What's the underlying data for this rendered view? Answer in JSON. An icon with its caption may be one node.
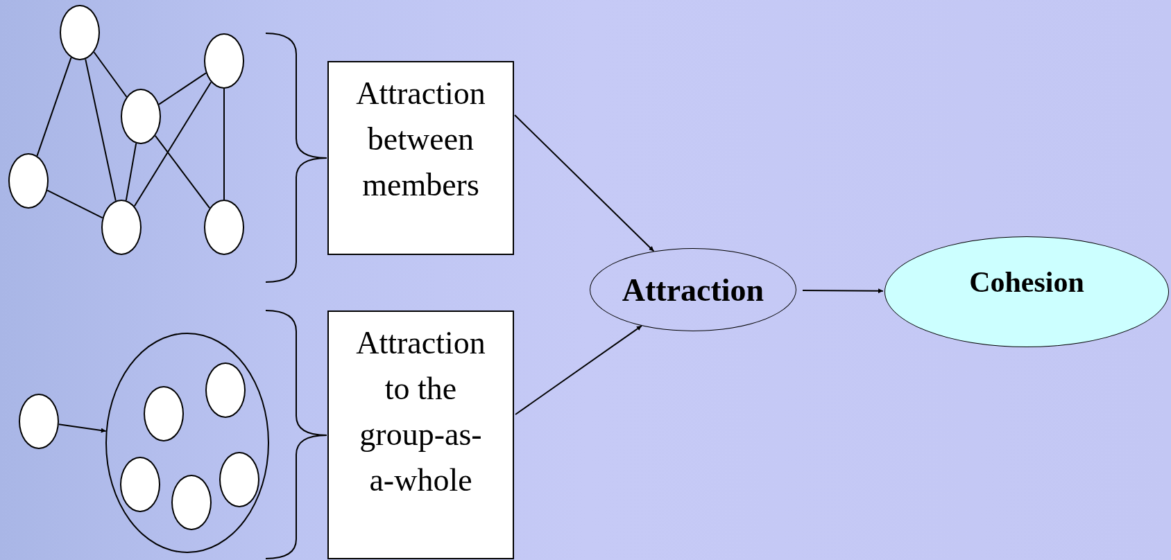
{
  "diagram": {
    "nodes": [
      {
        "text": [],
        "shape": "circle"
      },
      {
        "text": [],
        "shape": "circle"
      },
      {
        "text": [],
        "shape": "circle"
      },
      {
        "text": [],
        "shape": "circle"
      },
      {
        "text": [],
        "shape": "circle"
      },
      {
        "text": [],
        "shape": "circle"
      },
      {
        "text": [
          "Attraction between members"
        ]
      },
      {
        "text": [],
        "shape": "circle"
      },
      {
        "text": [],
        "shape": "circle"
      },
      {
        "text": [],
        "shape": "circle",
        "in": 8
      },
      {
        "text": [],
        "shape": "circle",
        "in": 8
      },
      {
        "text": [],
        "shape": "circle",
        "in": 8
      },
      {
        "text": [],
        "shape": "circle",
        "in": 8
      },
      {
        "text": [],
        "shape": "circle",
        "in": 8
      },
      {
        "text": [
          "Attraction to the group-as-a-whole"
        ]
      },
      {
        "text": [
          "Attraction"
        ]
      },
      {
        "text": [
          "Cohesion"
        ]
      }
    ],
    "edges": [
      {
        "from": 0,
        "to": 3,
        "arrow": "none"
      },
      {
        "from": 0,
        "to": 4,
        "arrow": "none"
      },
      {
        "from": 0,
        "to": 2,
        "arrow": "none"
      },
      {
        "from": 2,
        "to": 1,
        "arrow": "none"
      },
      {
        "from": 2,
        "to": 4,
        "arrow": "none"
      },
      {
        "from": 2,
        "to": 5,
        "arrow": "none"
      },
      {
        "from": 1,
        "to": 4,
        "arrow": "none"
      },
      {
        "from": 1,
        "to": 5,
        "arrow": "none"
      },
      {
        "from": 3,
        "to": 4,
        "arrow": "none"
      },
      {
        "from": 7,
        "to": 8,
        "arrow": "to"
      },
      {
        "from": 6,
        "to": 15,
        "arrow": "to"
      },
      {
        "from": 14,
        "to": 15,
        "arrow": "to"
      },
      {
        "from": 15,
        "to": 16,
        "arrow": "to"
      }
    ]
  }
}
